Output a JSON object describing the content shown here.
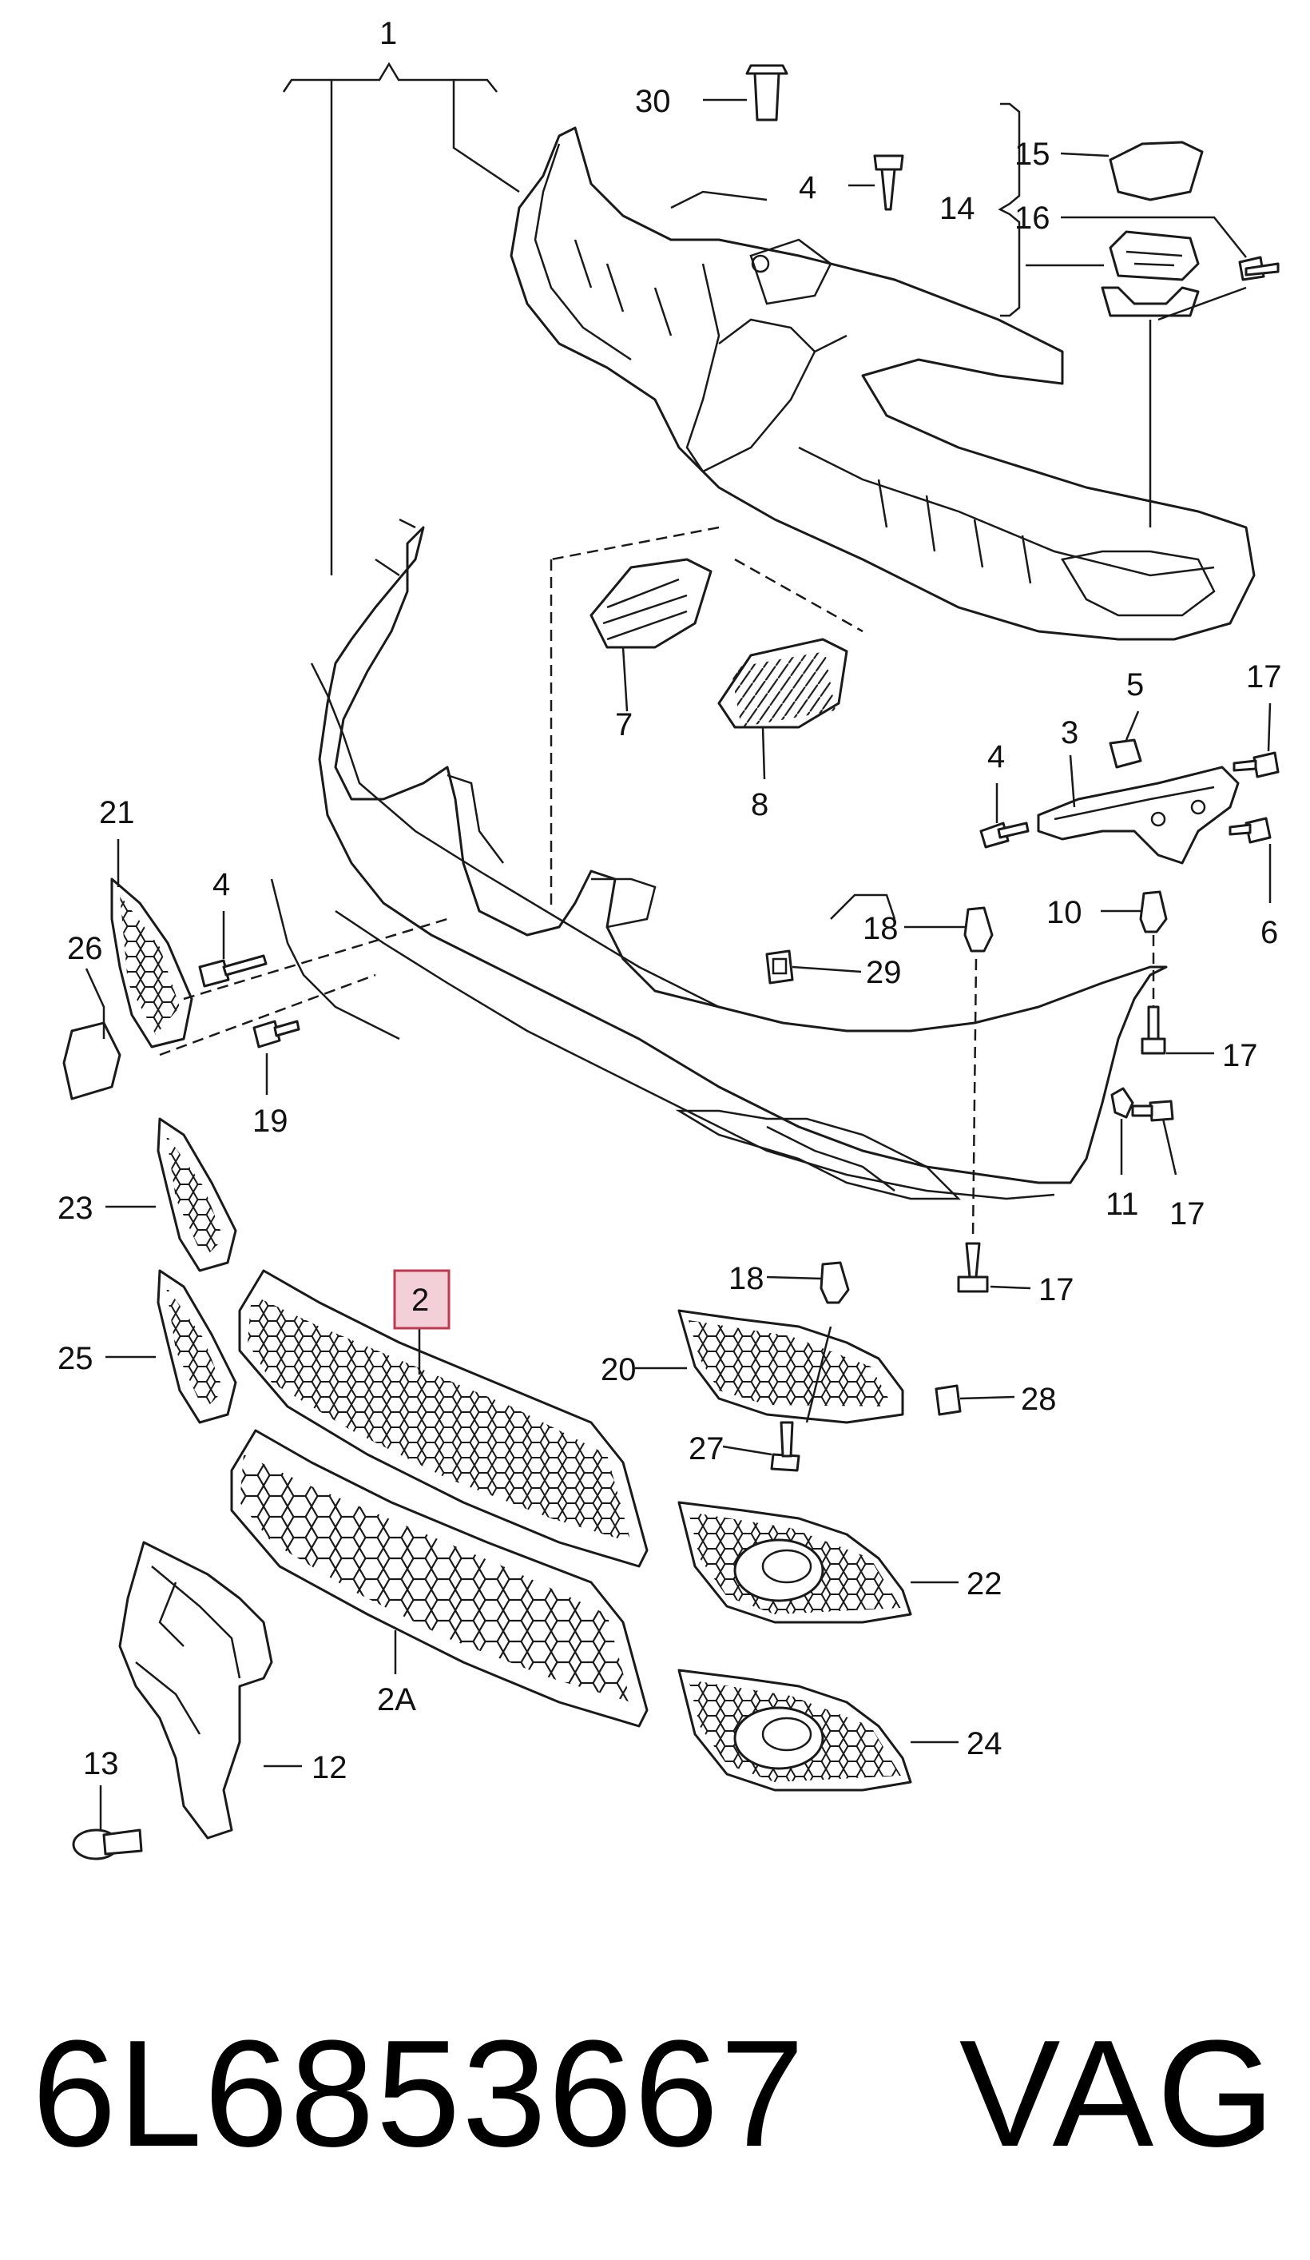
{
  "callouts": [
    {
      "id": "c1",
      "text": "1"
    },
    {
      "id": "c30",
      "text": "30"
    },
    {
      "id": "c4a",
      "text": "4"
    },
    {
      "id": "c15",
      "text": "15"
    },
    {
      "id": "c14",
      "text": "14"
    },
    {
      "id": "c16",
      "text": "16"
    },
    {
      "id": "c7",
      "text": "7"
    },
    {
      "id": "c8",
      "text": "8"
    },
    {
      "id": "c5",
      "text": "5"
    },
    {
      "id": "c17a",
      "text": "17"
    },
    {
      "id": "c4b",
      "text": "4"
    },
    {
      "id": "c3",
      "text": "3"
    },
    {
      "id": "c6",
      "text": "6"
    },
    {
      "id": "c21",
      "text": "21"
    },
    {
      "id": "c4c",
      "text": "4"
    },
    {
      "id": "c26",
      "text": "26"
    },
    {
      "id": "c18a",
      "text": "18"
    },
    {
      "id": "c29",
      "text": "29"
    },
    {
      "id": "c10",
      "text": "10"
    },
    {
      "id": "c17b",
      "text": "17"
    },
    {
      "id": "c19",
      "text": "19"
    },
    {
      "id": "c11",
      "text": "11"
    },
    {
      "id": "c17c",
      "text": "17"
    },
    {
      "id": "c23",
      "text": "23"
    },
    {
      "id": "c18b",
      "text": "18"
    },
    {
      "id": "c17d",
      "text": "17"
    },
    {
      "id": "c2",
      "text": "2"
    },
    {
      "id": "c25",
      "text": "25"
    },
    {
      "id": "c20",
      "text": "20"
    },
    {
      "id": "c28",
      "text": "28"
    },
    {
      "id": "c27",
      "text": "27"
    },
    {
      "id": "c22",
      "text": "22"
    },
    {
      "id": "c2A",
      "text": "2A"
    },
    {
      "id": "c24",
      "text": "24"
    },
    {
      "id": "c13",
      "text": "13"
    },
    {
      "id": "c12",
      "text": "12"
    }
  ],
  "highlight": {
    "label": "2",
    "fill": "#f3cfd8",
    "stroke": "#c0394e"
  },
  "footer": {
    "part_number": "6L6853667",
    "brand": "VAG"
  }
}
